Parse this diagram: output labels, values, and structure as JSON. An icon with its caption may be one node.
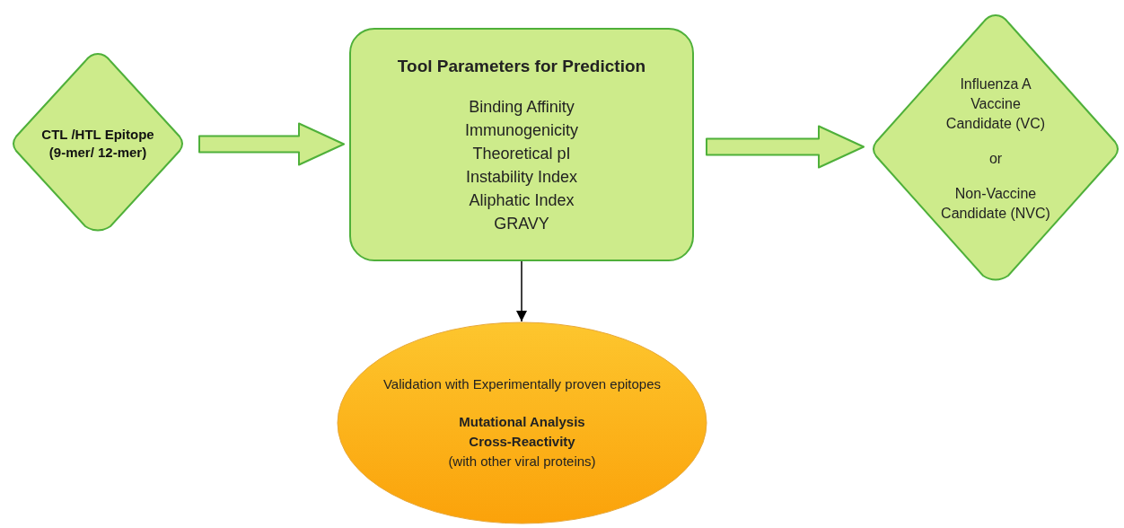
{
  "diagram": {
    "nodes": [
      {
        "text": [
          "CTL /HTL Epitope (9-mer/ 12-mer)"
        ]
      },
      {
        "text": [
          "Tool Parameters for Prediction",
          "Binding Affinity",
          "Immunogenicity",
          "Theoretical pI",
          "Instability Index",
          "Aliphatic Index",
          "GRAVY"
        ]
      },
      {
        "text": [
          "Influenza A Vaccine Candidate (VC)",
          "or",
          "Non-Vaccine Candidate (NVC)"
        ]
      },
      {
        "text": [
          "Validation with Experimentally proven epitopes",
          "Mutational Analysis",
          "Cross-Reactivity",
          "(with other viral proteins)"
        ]
      }
    ],
    "edges": [
      {
        "from": 0,
        "to": 1,
        "arrow": "to",
        "style": "thick",
        "color": "#cdeb8b"
      },
      {
        "from": 1,
        "to": 2,
        "arrow": "to",
        "style": "thick",
        "color": "#cdeb8b"
      },
      {
        "from": 1,
        "to": 3,
        "arrow": "to"
      }
    ]
  }
}
